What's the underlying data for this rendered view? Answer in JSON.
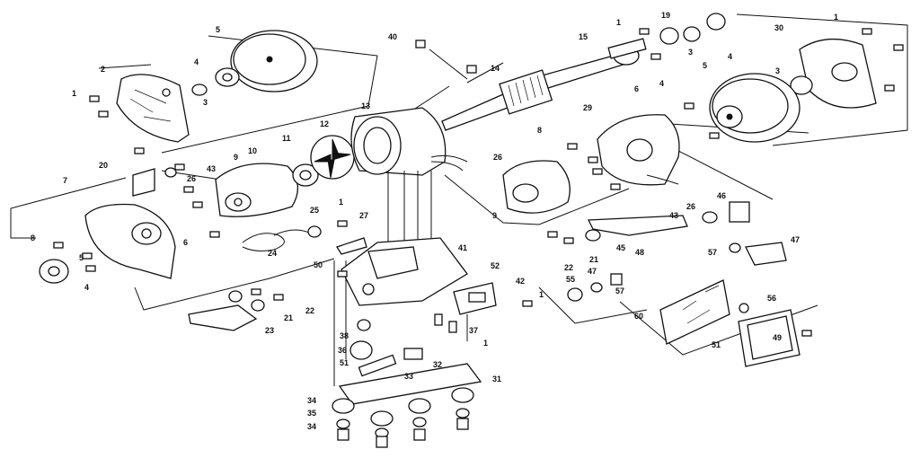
{
  "diagram": {
    "callouts": [
      {
        "id": "c-1a",
        "text": "1"
      },
      {
        "id": "c-2",
        "text": "2"
      },
      {
        "id": "c-5a",
        "text": "5"
      },
      {
        "id": "c-4a",
        "text": "4"
      },
      {
        "id": "c-3a",
        "text": "3"
      },
      {
        "id": "c-40",
        "text": "40"
      },
      {
        "id": "c-14",
        "text": "14"
      },
      {
        "id": "c-15",
        "text": "15"
      },
      {
        "id": "c-1b",
        "text": "1"
      },
      {
        "id": "c-19",
        "text": "19"
      },
      {
        "id": "c-3b",
        "text": "3"
      },
      {
        "id": "c-30",
        "text": "30"
      },
      {
        "id": "c-1c",
        "text": "1"
      },
      {
        "id": "c-3c",
        "text": "3"
      },
      {
        "id": "c-4b",
        "text": "4"
      },
      {
        "id": "c-5b",
        "text": "5"
      },
      {
        "id": "c-4c",
        "text": "4"
      },
      {
        "id": "c-6a",
        "text": "6"
      },
      {
        "id": "c-13",
        "text": "13"
      },
      {
        "id": "c-12",
        "text": "12"
      },
      {
        "id": "c-11",
        "text": "11"
      },
      {
        "id": "c-10",
        "text": "10"
      },
      {
        "id": "c-9a",
        "text": "9"
      },
      {
        "id": "c-20",
        "text": "20"
      },
      {
        "id": "c-43a",
        "text": "43"
      },
      {
        "id": "c-26a",
        "text": "26"
      },
      {
        "id": "c-26b",
        "text": "26"
      },
      {
        "id": "c-8a",
        "text": "8"
      },
      {
        "id": "c-29",
        "text": "29"
      },
      {
        "id": "c-7",
        "text": "7"
      },
      {
        "id": "c-6b",
        "text": "6"
      },
      {
        "id": "c-1d",
        "text": "1"
      },
      {
        "id": "c-25",
        "text": "25"
      },
      {
        "id": "c-27",
        "text": "27"
      },
      {
        "id": "c-24",
        "text": "24"
      },
      {
        "id": "c-9b",
        "text": "9"
      },
      {
        "id": "c-46",
        "text": "46"
      },
      {
        "id": "c-26c",
        "text": "26"
      },
      {
        "id": "c-43b",
        "text": "43"
      },
      {
        "id": "c-8b",
        "text": "8"
      },
      {
        "id": "c-5c",
        "text": "5"
      },
      {
        "id": "c-41",
        "text": "41"
      },
      {
        "id": "c-45",
        "text": "45"
      },
      {
        "id": "c-48",
        "text": "48"
      },
      {
        "id": "c-47a",
        "text": "47"
      },
      {
        "id": "c-57a",
        "text": "57"
      },
      {
        "id": "c-4d",
        "text": "4"
      },
      {
        "id": "c-50",
        "text": "50"
      },
      {
        "id": "c-52",
        "text": "52"
      },
      {
        "id": "c-42",
        "text": "42"
      },
      {
        "id": "c-1e",
        "text": "1"
      },
      {
        "id": "c-22a",
        "text": "22"
      },
      {
        "id": "c-21a",
        "text": "21"
      },
      {
        "id": "c-47b",
        "text": "47"
      },
      {
        "id": "c-55",
        "text": "55"
      },
      {
        "id": "c-57b",
        "text": "57"
      },
      {
        "id": "c-56",
        "text": "56"
      },
      {
        "id": "c-60",
        "text": "60"
      },
      {
        "id": "c-49",
        "text": "49"
      },
      {
        "id": "c-51a",
        "text": "51"
      },
      {
        "id": "c-21b",
        "text": "21"
      },
      {
        "id": "c-22b",
        "text": "22"
      },
      {
        "id": "c-23",
        "text": "23"
      },
      {
        "id": "c-38",
        "text": "38"
      },
      {
        "id": "c-37",
        "text": "37"
      },
      {
        "id": "c-36",
        "text": "36"
      },
      {
        "id": "c-51b",
        "text": "51"
      },
      {
        "id": "c-1f",
        "text": "1"
      },
      {
        "id": "c-32",
        "text": "32"
      },
      {
        "id": "c-33",
        "text": "33"
      },
      {
        "id": "c-31",
        "text": "31"
      },
      {
        "id": "c-34a",
        "text": "34"
      },
      {
        "id": "c-35",
        "text": "35"
      },
      {
        "id": "c-34b",
        "text": "34"
      }
    ]
  }
}
